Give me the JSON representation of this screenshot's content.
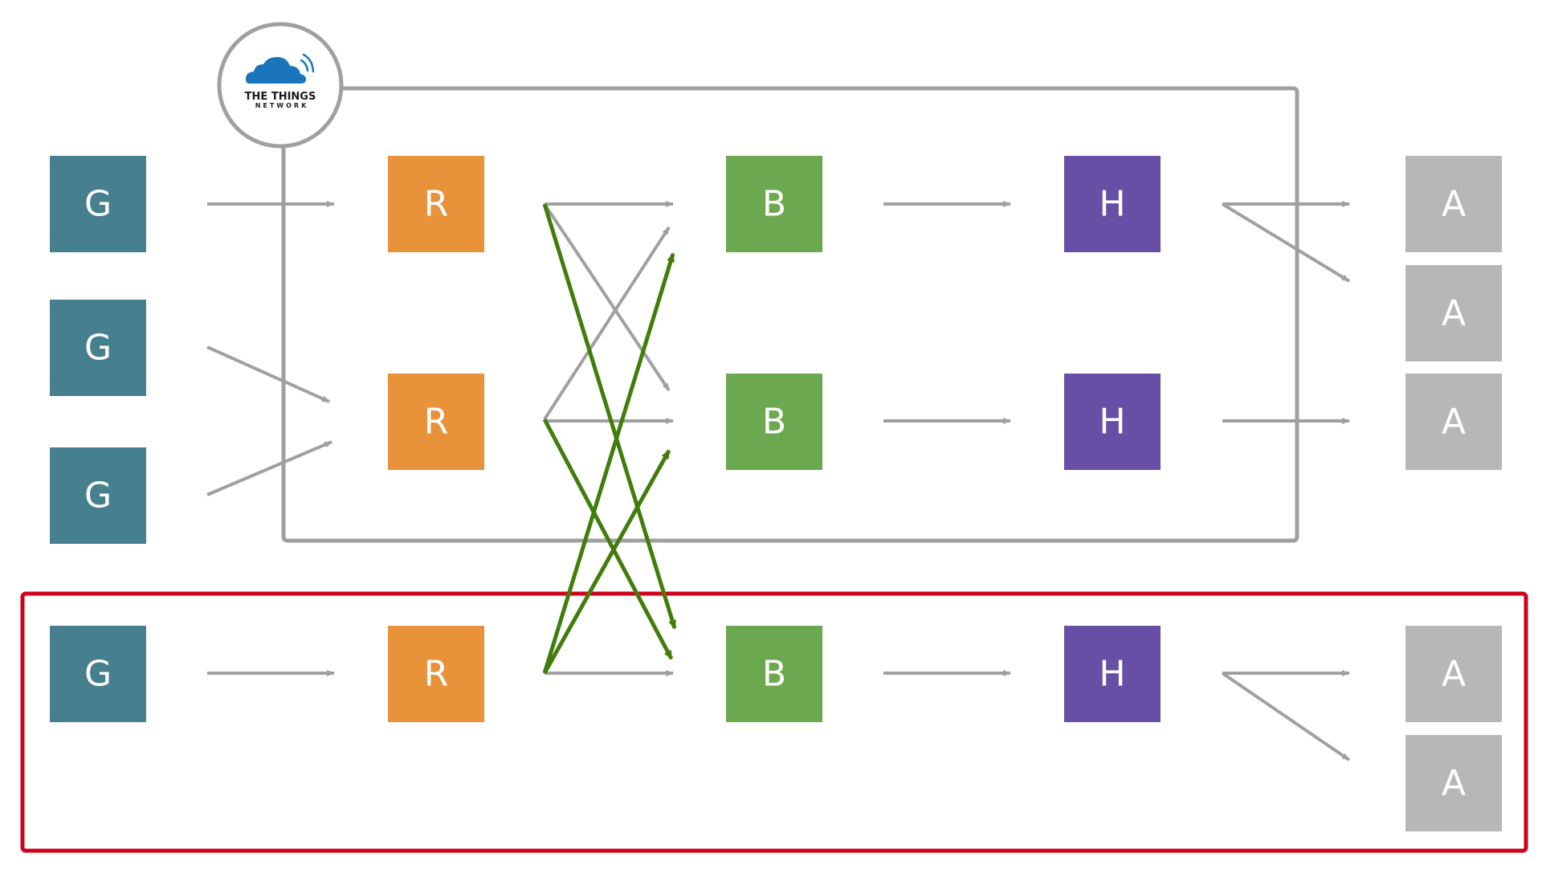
{
  "logo": {
    "name_line1": "THE THINGS",
    "name_line2": "NETWORK",
    "icon": "cloud-wifi-icon"
  },
  "nodes": {
    "gateway_label": "G",
    "router_label": "R",
    "broker_label": "B",
    "handler_label": "H",
    "application_label": "A"
  },
  "colors": {
    "gateway": "#467f8d",
    "router": "#e8923a",
    "broker": "#6ca84f",
    "handler": "#684fa6",
    "application": "#b7b7b7",
    "arrow_gray": "#a0a0a0",
    "arrow_green": "#427d0c",
    "network_outline": "#a0a0a0",
    "private_outline": "#d0021b",
    "logo_blue": "#1b75bc"
  }
}
